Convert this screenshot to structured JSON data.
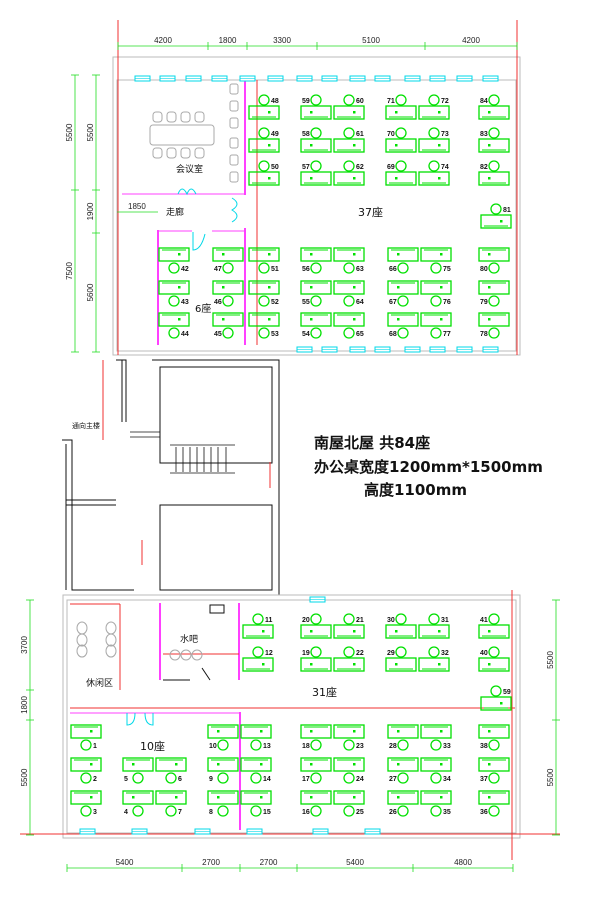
{
  "title_lines": [
    "南屋北屋 共84座",
    "办公桌宽度1200mm*1500mm",
    "高度1100mm"
  ],
  "rooms": {
    "meeting_room": "会议室",
    "corridor": "走廊",
    "north_main_count": "37座",
    "north_small_count": "6座",
    "to_main_building": "通向主楼",
    "water_bar": "水吧",
    "lounge": "休闲区",
    "south_main_count": "31座",
    "south_small_count": "10座"
  },
  "dimensions": {
    "top": [
      "4200",
      "1800",
      "3300",
      "5100",
      "4200"
    ],
    "bottom": [
      "5400",
      "2700",
      "2700",
      "5400",
      "4800"
    ],
    "north_left_outer": [
      "5500",
      "7500"
    ],
    "north_left_inner": [
      "5500",
      "1900",
      "5600"
    ],
    "corridor_width": "1850",
    "south_left": [
      "3700",
      "1800",
      "5500"
    ],
    "south_right": [
      "5500",
      "5500"
    ]
  },
  "seats": {
    "north_top": [
      [
        "48",
        "49",
        "50"
      ],
      [
        "59",
        "58",
        "57"
      ],
      [
        "60",
        "61",
        "62"
      ],
      [
        "71",
        "70",
        "69"
      ],
      [
        "72",
        "73",
        "74"
      ],
      [
        "84",
        "83",
        "82"
      ]
    ],
    "north_bottom": [
      [
        "42",
        "43",
        "44"
      ],
      [
        "47",
        "46",
        "45"
      ],
      [
        "51",
        "52",
        "53"
      ],
      [
        "56",
        "55",
        "54"
      ],
      [
        "63",
        "64",
        "65"
      ],
      [
        "66",
        "67",
        "68"
      ],
      [
        "75",
        "76",
        "77"
      ],
      [
        "80",
        "79",
        "78"
      ]
    ],
    "north_single": "81",
    "south_top": [
      [
        "11",
        "12"
      ],
      [
        "20",
        "19"
      ],
      [
        "21",
        "22"
      ],
      [
        "30",
        "29"
      ],
      [
        "31",
        "32"
      ],
      [
        "41",
        "40"
      ]
    ],
    "south_single": "59",
    "south_bottom": [
      [
        "1",
        "2",
        "3"
      ],
      [
        "5",
        "4"
      ],
      [
        "6",
        "7"
      ],
      [
        "10",
        "9",
        "8"
      ],
      [
        "13",
        "14",
        "15"
      ],
      [
        "18",
        "17",
        "16"
      ],
      [
        "23",
        "24",
        "25"
      ],
      [
        "28",
        "27",
        "26"
      ],
      [
        "33",
        "34",
        "35"
      ],
      [
        "38",
        "37",
        "36"
      ]
    ]
  },
  "colors": {
    "desk": "#00e000",
    "window": "#00d8e8",
    "partition": "#ff40ff",
    "axis": "#f03030",
    "dimension": "#22dd22"
  }
}
